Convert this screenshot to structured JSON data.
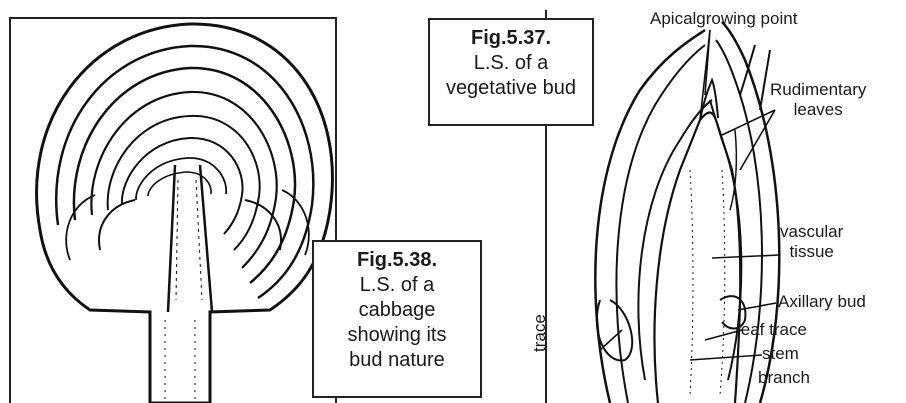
{
  "figures": {
    "cabbage": {
      "caption": {
        "fig_no": "Fig.5.38.",
        "lines": [
          "L.S. of a",
          "cabbage",
          "showing its",
          "bud nature"
        ]
      }
    },
    "bud": {
      "caption": {
        "fig_no": "Fig.5.37.",
        "lines": [
          "L.S. of a",
          "vegetative bud"
        ]
      },
      "labels": {
        "apical": "Apicalgrowing point",
        "rudimentary_1": "Rudimentary",
        "rudimentary_2": "leaves",
        "vascular_1": "vascular",
        "vascular_2": "tissue",
        "axillary": "Axillary bud",
        "leaf_trace": "leaf trace",
        "stem": "stem",
        "branch": "branch",
        "trace": "trace"
      }
    }
  }
}
